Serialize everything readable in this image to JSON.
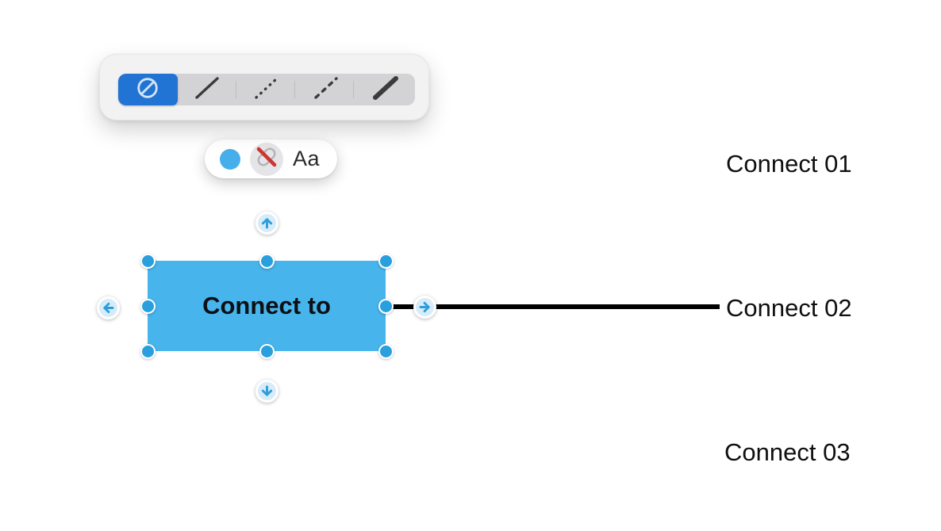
{
  "colors": {
    "canvas-bg": "#ffffff",
    "popover-bg": "#f2f2f3",
    "segment-bar-bg": "#d3d3d5",
    "segment-selected": "#2173d4",
    "segment-glyph": "#3b3b3d",
    "segment-selected-glyph": "#d3e5f8",
    "separator": "#bdbdbf",
    "pill-bg": "#ffffff",
    "fill-swatch": "#45aeeb",
    "icon-circle-bg": "#e5e4e6",
    "capsule-stroke": "#b4b4b8",
    "red-slash": "#ce3430",
    "shape-fill": "#47b4ec",
    "shape-text": "#0c1014",
    "handle-fill": "#29a0dd",
    "arrow-button-bg": "#d7ecf9",
    "arrow-glyph": "#2d9ddb",
    "connector": "#000000",
    "label-text": "#0f0f10"
  },
  "line_style_popover": {
    "segments": [
      {
        "id": "none",
        "selected": true
      },
      {
        "id": "thin-line",
        "selected": false
      },
      {
        "id": "dotted-line",
        "selected": false
      },
      {
        "id": "dashed-line",
        "selected": false
      },
      {
        "id": "thick-line",
        "selected": false
      }
    ]
  },
  "style_pill": {
    "text_style_label": "Aa"
  },
  "shape": {
    "label": "Connect to"
  },
  "canvas_labels": [
    {
      "text": "Connect 01"
    },
    {
      "text": "Connect 02"
    },
    {
      "text": "Connect 03"
    }
  ]
}
